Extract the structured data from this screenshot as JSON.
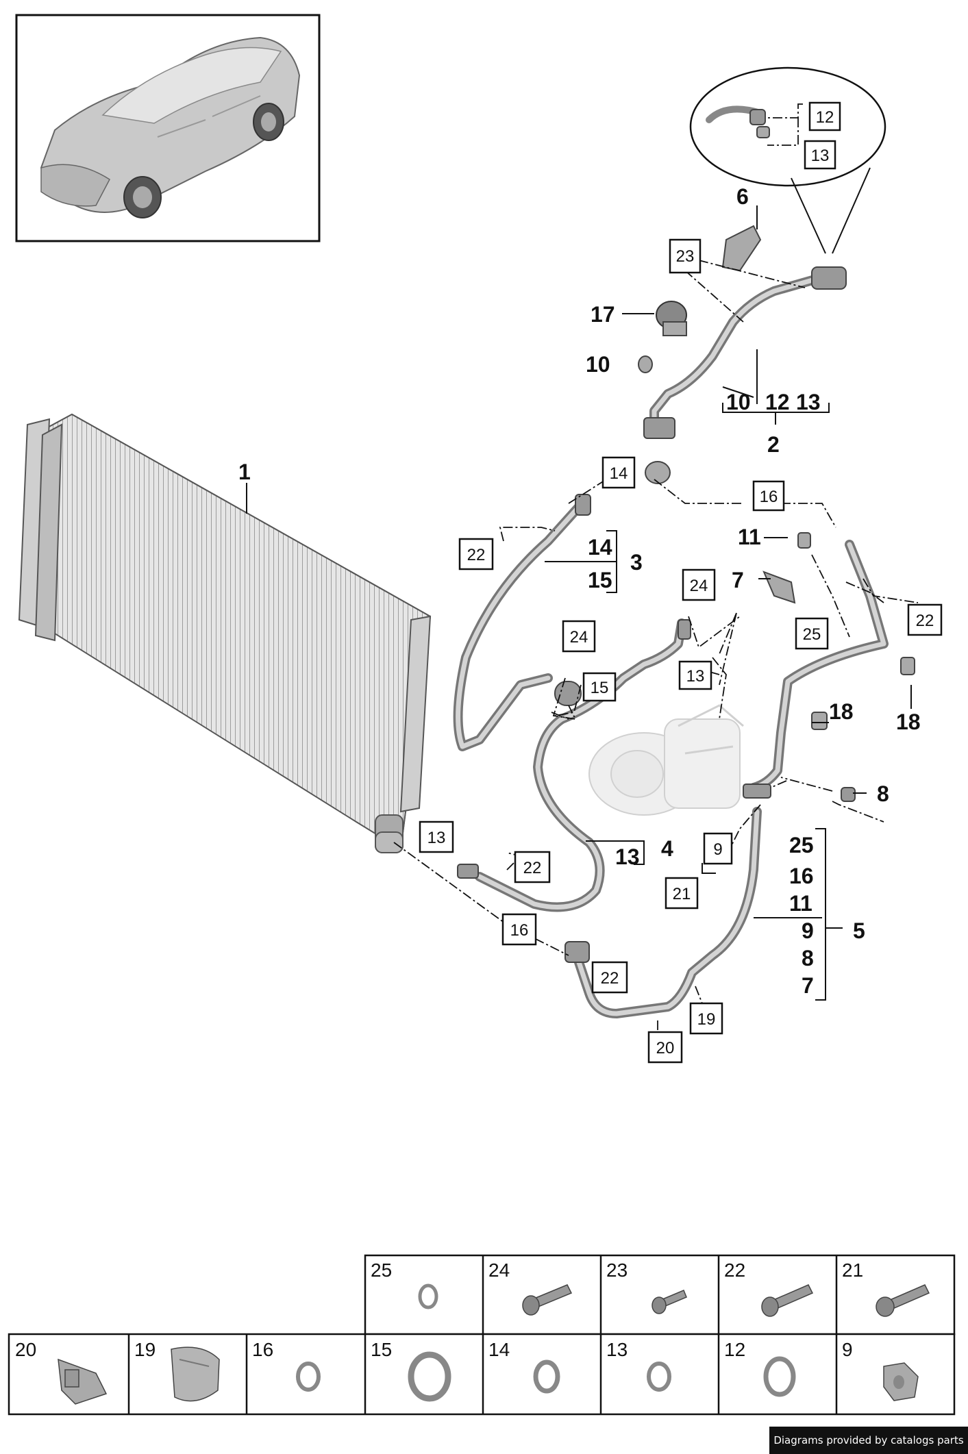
{
  "callouts": {
    "c1": "1",
    "c2": "2",
    "c3": "3",
    "c4": "4",
    "c5": "5",
    "c6": "6",
    "c7": "7",
    "c8": "8",
    "c10": "10",
    "c11": "11",
    "c14": "14",
    "c15": "15",
    "c17": "17",
    "c18a": "18",
    "c18b": "18",
    "g2a": "10",
    "g2b": "12",
    "g2c": "13",
    "g4": "13",
    "g5a": "25",
    "g5b": "16",
    "g5c": "11",
    "g5d": "9",
    "g5e": "8",
    "g5f": "7"
  },
  "boxed": {
    "b12": "12",
    "b13top": "13",
    "b23": "23",
    "b14": "14",
    "b16a": "16",
    "b22a": "22",
    "b24a": "24",
    "b22b": "22",
    "b24b": "24",
    "b25": "25",
    "b15": "15",
    "b13mid": "13",
    "b13low": "13",
    "b22c": "22",
    "b9": "9",
    "b21": "21",
    "b16b": "16",
    "b22d": "22",
    "b19": "19",
    "b20": "20"
  },
  "legend": {
    "top_row": [
      "25",
      "24",
      "23",
      "22",
      "21"
    ],
    "bottom_row": [
      "20",
      "19",
      "16",
      "15",
      "14",
      "13",
      "12",
      "9"
    ]
  },
  "credit": "Diagrams provided by catalogs parts"
}
